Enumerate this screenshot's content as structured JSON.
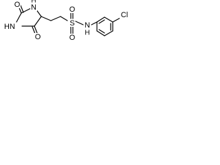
{
  "structure": {
    "atoms": {
      "o_top": "O",
      "nh_ring_top": "N",
      "h_ring_top": "H",
      "hn_ring_left": "HN",
      "o_bottom": "O",
      "s": "S",
      "o_s1": "O",
      "o_s2": "O",
      "n_amide": "N",
      "h_amide": "H",
      "cl": "Cl"
    }
  }
}
